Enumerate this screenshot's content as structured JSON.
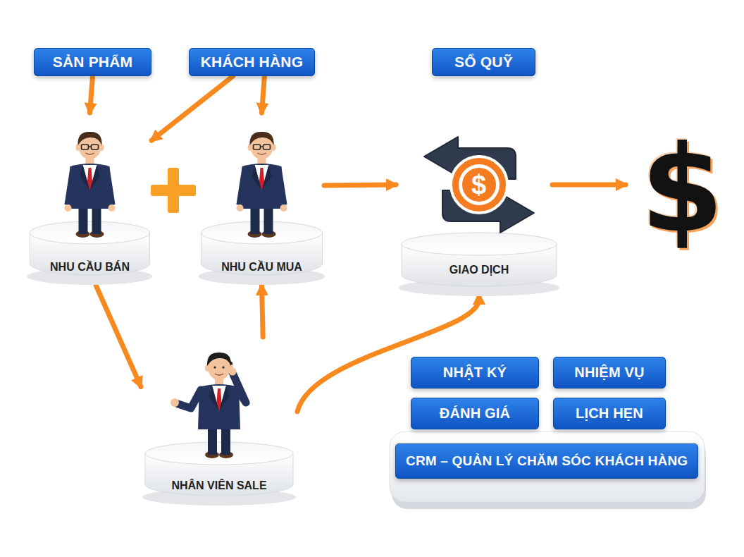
{
  "diagram": {
    "nodes": [
      {
        "text": [
          "SẢN PHẨM"
        ]
      },
      {
        "text": [
          "KHÁCH HÀNG"
        ]
      },
      {
        "text": [
          "SỔ QUỸ"
        ]
      },
      {
        "text": [
          "NHU CẦU BÁN"
        ]
      },
      {
        "text": [
          "NHU CẦU MUA"
        ]
      },
      {
        "text": [
          "GIAO DỊCH"
        ]
      },
      {
        "text": [
          "NHẬT KÝ"
        ]
      },
      {
        "text": [
          "NHIỆM VỤ"
        ]
      },
      {
        "text": [
          "ĐÁNH GIÁ"
        ]
      },
      {
        "text": [
          "LỊCH HẸN"
        ]
      },
      {
        "text": [
          "CRM – QUẢN LÝ CHĂM SÓC KHÁCH HÀNG"
        ]
      },
      {
        "text": [
          "NHÂN VIÊN SALE"
        ]
      }
    ],
    "edges": [
      {
        "from": 0,
        "to": 3,
        "arrow": "to"
      },
      {
        "from": 1,
        "to": 3,
        "arrow": "to"
      },
      {
        "from": 1,
        "to": 4,
        "arrow": "to"
      },
      {
        "from": 4,
        "to": 5,
        "arrow": "to"
      },
      {
        "from": 3,
        "to": 11,
        "arrow": "to"
      },
      {
        "from": 11,
        "to": 4,
        "arrow": "to"
      },
      {
        "from": 11,
        "to": 5,
        "arrow": "to"
      }
    ],
    "labels": [
      "$",
      "$"
    ]
  }
}
